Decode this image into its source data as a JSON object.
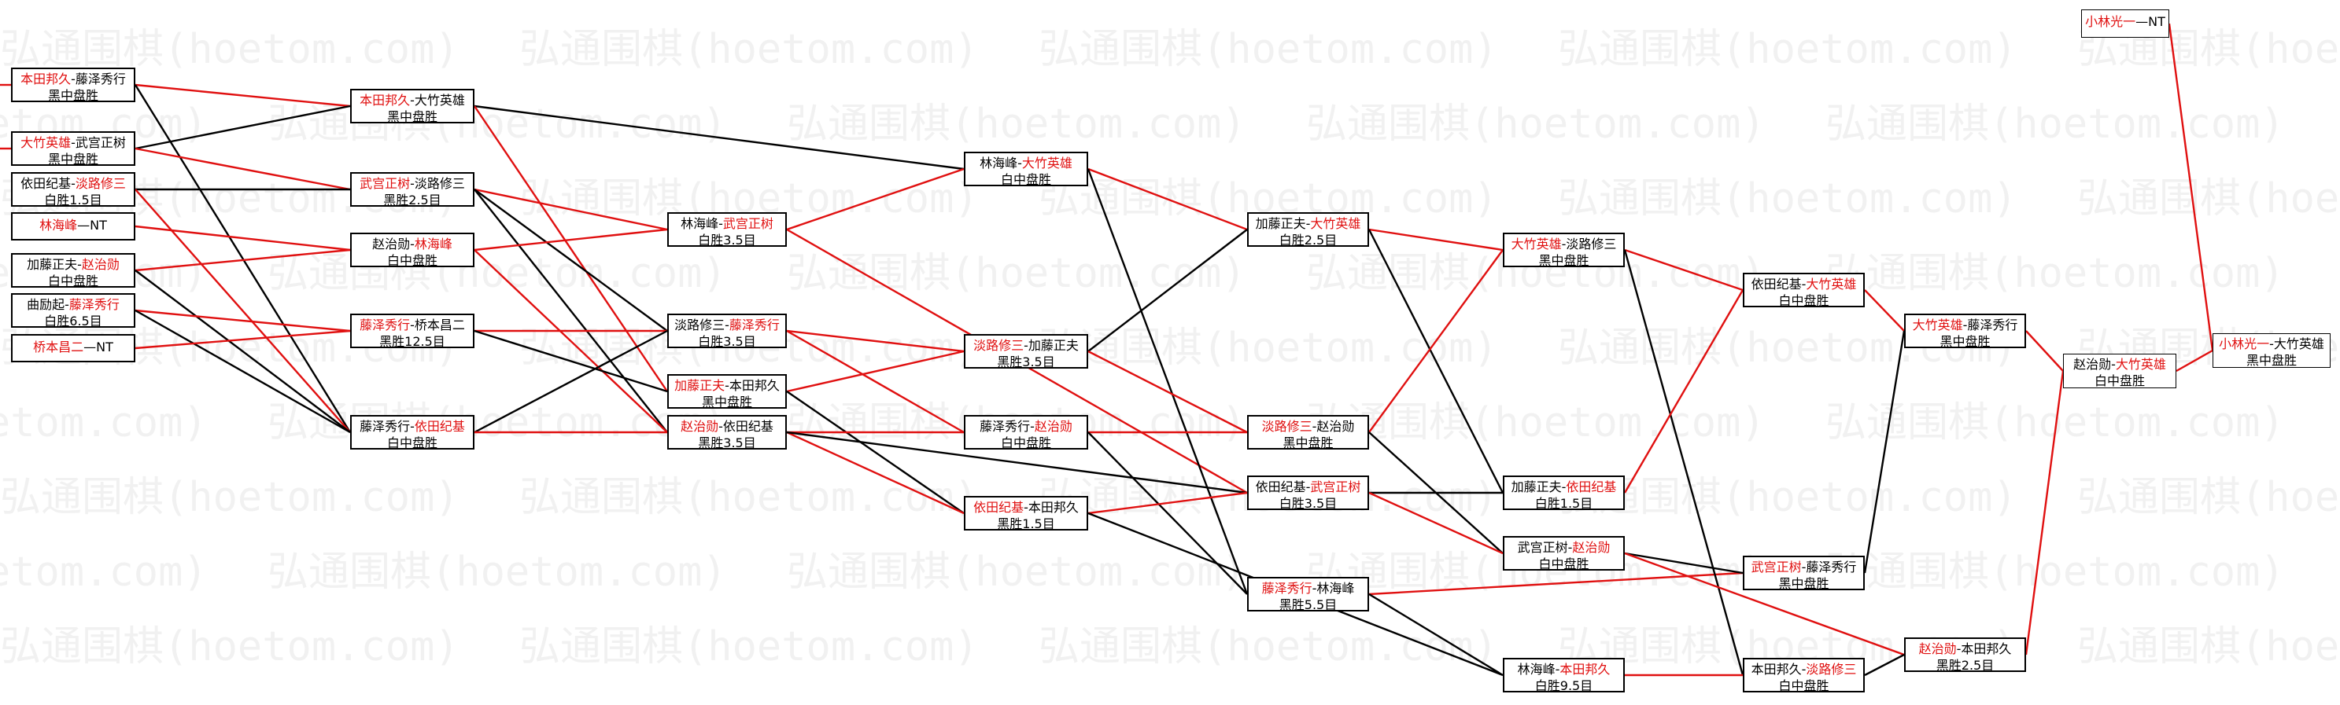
{
  "watermark": "弘通围棋(hoetom.com)",
  "colors": {
    "winner_text": "#e01010",
    "win_line": "#e01010",
    "loss_line": "#000000",
    "border": "#000000"
  },
  "games": [
    {
      "id": "g1",
      "c": 0,
      "p1": "本田邦久",
      "p2": "藤泽秀行",
      "w": 1,
      "r": "黑中盘胜"
    },
    {
      "id": "g2",
      "c": 0,
      "p1": "大竹英雄",
      "p2": "武宫正树",
      "w": 1,
      "r": "黑中盘胜"
    },
    {
      "id": "g3",
      "c": 0,
      "p1": "依田纪基",
      "p2": "淡路修三",
      "w": 2,
      "r": "白胜1.5目"
    },
    {
      "id": "g4",
      "c": 0,
      "p1": "林海峰",
      "p2": "NT",
      "w": 1,
      "r": ""
    },
    {
      "id": "g5",
      "c": 0,
      "p1": "加藤正夫",
      "p2": "赵治勋",
      "w": 2,
      "r": "白中盘胜"
    },
    {
      "id": "g6",
      "c": 0,
      "p1": "曲励起",
      "p2": "藤泽秀行",
      "w": 2,
      "r": "白胜6.5目"
    },
    {
      "id": "g7",
      "c": 0,
      "p1": "桥本昌二",
      "p2": "NT",
      "w": 1,
      "r": ""
    },
    {
      "id": "h1",
      "c": 1,
      "p1": "本田邦久",
      "p2": "大竹英雄",
      "w": 1,
      "r": "黑中盘胜"
    },
    {
      "id": "h2",
      "c": 1,
      "p1": "武宫正树",
      "p2": "淡路修三",
      "w": 1,
      "r": "黑胜2.5目"
    },
    {
      "id": "h3",
      "c": 1,
      "p1": "赵治勋",
      "p2": "林海峰",
      "w": 2,
      "r": "白中盘胜"
    },
    {
      "id": "h4",
      "c": 1,
      "p1": "藤泽秀行",
      "p2": "桥本昌二",
      "w": 1,
      "r": "黑胜12.5目"
    },
    {
      "id": "h5",
      "c": 1,
      "p1": "藤泽秀行",
      "p2": "依田纪基",
      "w": 2,
      "r": "白中盘胜"
    },
    {
      "id": "i1",
      "c": 2,
      "p1": "林海峰",
      "p2": "武宫正树",
      "w": 2,
      "r": "白胜3.5目"
    },
    {
      "id": "i2",
      "c": 2,
      "p1": "淡路修三",
      "p2": "藤泽秀行",
      "w": 2,
      "r": "白胜3.5目"
    },
    {
      "id": "i3",
      "c": 2,
      "p1": "加藤正夫",
      "p2": "本田邦久",
      "w": 1,
      "r": "黑中盘胜"
    },
    {
      "id": "i4",
      "c": 2,
      "p1": "赵治勋",
      "p2": "依田纪基",
      "w": 1,
      "r": "黑胜3.5目"
    },
    {
      "id": "j1",
      "c": 3,
      "p1": "林海峰",
      "p2": "大竹英雄",
      "w": 2,
      "r": "白中盘胜"
    },
    {
      "id": "j2",
      "c": 3,
      "p1": "淡路修三",
      "p2": "加藤正夫",
      "w": 1,
      "r": "黑胜3.5目"
    },
    {
      "id": "j3",
      "c": 3,
      "p1": "藤泽秀行",
      "p2": "赵治勋",
      "w": 2,
      "r": "白中盘胜"
    },
    {
      "id": "j4",
      "c": 3,
      "p1": "依田纪基",
      "p2": "本田邦久",
      "w": 1,
      "r": "黑胜1.5目"
    },
    {
      "id": "k1",
      "c": 4,
      "p1": "加藤正夫",
      "p2": "大竹英雄",
      "w": 2,
      "r": "白胜2.5目"
    },
    {
      "id": "k2",
      "c": 4,
      "p1": "淡路修三",
      "p2": "赵治勋",
      "w": 1,
      "r": "黑中盘胜"
    },
    {
      "id": "k3",
      "c": 4,
      "p1": "依田纪基",
      "p2": "武宫正树",
      "w": 2,
      "r": "白胜3.5目"
    },
    {
      "id": "k4",
      "c": 4,
      "p1": "藤泽秀行",
      "p2": "林海峰",
      "w": 1,
      "r": "黑胜5.5目"
    },
    {
      "id": "m1",
      "c": 5,
      "p1": "大竹英雄",
      "p2": "淡路修三",
      "w": 1,
      "r": "黑中盘胜"
    },
    {
      "id": "m2",
      "c": 5,
      "p1": "加藤正夫",
      "p2": "依田纪基",
      "w": 2,
      "r": "白胜1.5目"
    },
    {
      "id": "m3",
      "c": 5,
      "p1": "武宫正树",
      "p2": "赵治勋",
      "w": 2,
      "r": "白中盘胜"
    },
    {
      "id": "m4",
      "c": 5,
      "p1": "林海峰",
      "p2": "本田邦久",
      "w": 2,
      "r": "白胜9.5目"
    },
    {
      "id": "n1",
      "c": 6,
      "p1": "依田纪基",
      "p2": "大竹英雄",
      "w": 2,
      "r": "白中盘胜"
    },
    {
      "id": "n2",
      "c": 6,
      "p1": "武宫正树",
      "p2": "藤泽秀行",
      "w": 1,
      "r": "黑中盘胜"
    },
    {
      "id": "n3",
      "c": 6,
      "p1": "本田邦久",
      "p2": "淡路修三",
      "w": 2,
      "r": "白中盘胜"
    },
    {
      "id": "o1",
      "c": 7,
      "p1": "大竹英雄",
      "p2": "藤泽秀行",
      "w": 1,
      "r": "黑中盘胜"
    },
    {
      "id": "o2",
      "c": 7,
      "p1": "赵治勋",
      "p2": "本田邦久",
      "w": 1,
      "r": "黑胜2.5目"
    },
    {
      "id": "q1",
      "c": 8,
      "p1": "赵治勋",
      "p2": "大竹英雄",
      "w": 2,
      "r": "白中盘胜"
    },
    {
      "id": "r0",
      "c": 9,
      "p1": "小林光一",
      "p2": "NT",
      "w": 1,
      "r": ""
    },
    {
      "id": "r1",
      "c": 10,
      "p1": "小林光一",
      "p2": "大竹英雄",
      "w": 1,
      "r": "黑中盘胜"
    }
  ],
  "links": [
    [
      "g1",
      "h1",
      1
    ],
    [
      "g1",
      "h5",
      0
    ],
    [
      "g2",
      "h1",
      0
    ],
    [
      "g2",
      "h2",
      1
    ],
    [
      "g3",
      "h2",
      0
    ],
    [
      "g3",
      "h5",
      1
    ],
    [
      "g4",
      "h3",
      1
    ],
    [
      "g5",
      "h3",
      1
    ],
    [
      "g5",
      "h5",
      0
    ],
    [
      "g6",
      "h4",
      1
    ],
    [
      "g6",
      "h5",
      0
    ],
    [
      "g7",
      "h4",
      1
    ],
    [
      "h1",
      "j1",
      0
    ],
    [
      "h1",
      "i3",
      1
    ],
    [
      "h2",
      "i1",
      1
    ],
    [
      "h2",
      "i2",
      0
    ],
    [
      "h2",
      "i4",
      0
    ],
    [
      "h3",
      "i1",
      1
    ],
    [
      "h3",
      "i4",
      1
    ],
    [
      "h4",
      "i2",
      1
    ],
    [
      "h4",
      "i3",
      0
    ],
    [
      "h5",
      "i2",
      0
    ],
    [
      "h5",
      "i4",
      1
    ],
    [
      "i1",
      "j1",
      1
    ],
    [
      "i1",
      "k3",
      1
    ],
    [
      "i2",
      "j2",
      1
    ],
    [
      "i2",
      "j3",
      1
    ],
    [
      "i3",
      "j2",
      1
    ],
    [
      "i3",
      "j4",
      0
    ],
    [
      "i4",
      "j3",
      1
    ],
    [
      "i4",
      "j4",
      1
    ],
    [
      "i4",
      "k3",
      0
    ],
    [
      "j1",
      "k1",
      1
    ],
    [
      "j1",
      "k4",
      0
    ],
    [
      "j2",
      "k1",
      0
    ],
    [
      "j2",
      "k2",
      1
    ],
    [
      "j3",
      "k2",
      1
    ],
    [
      "j3",
      "k4",
      0
    ],
    [
      "j4",
      "k3",
      1
    ],
    [
      "j4",
      "m4",
      0
    ],
    [
      "k1",
      "m1",
      1
    ],
    [
      "k1",
      "m2",
      0
    ],
    [
      "k2",
      "m1",
      1
    ],
    [
      "k2",
      "m3",
      0
    ],
    [
      "k3",
      "m2",
      0
    ],
    [
      "k3",
      "m3",
      1
    ],
    [
      "k4",
      "n2",
      1
    ],
    [
      "k4",
      "m4",
      0
    ],
    [
      "m1",
      "n1",
      1
    ],
    [
      "m1",
      "n3",
      0
    ],
    [
      "m2",
      "n1",
      1
    ],
    [
      "m3",
      "n2",
      0
    ],
    [
      "m3",
      "o2",
      1
    ],
    [
      "m4",
      "n3",
      1
    ],
    [
      "n1",
      "o1",
      1
    ],
    [
      "n2",
      "o1",
      0
    ],
    [
      "n3",
      "o2",
      0
    ],
    [
      "o1",
      "q1",
      1
    ],
    [
      "o2",
      "q1",
      1
    ],
    [
      "q1",
      "r1",
      1
    ],
    [
      "r0",
      "r1",
      1
    ]
  ]
}
